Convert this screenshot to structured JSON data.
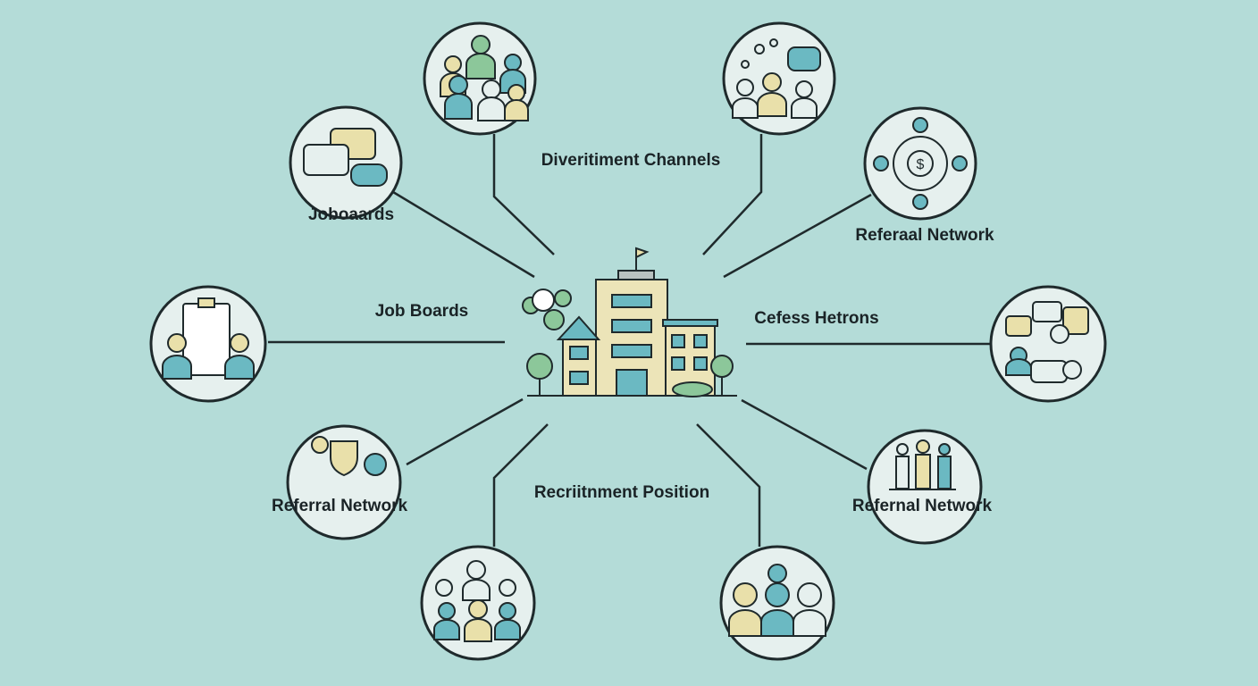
{
  "labels": {
    "top_center": "Diveritiment Channels",
    "joboards": "Joboaards",
    "referral_top_right": "Referaal Network",
    "job_boards": "Job Boards",
    "cefess": "Cefess Hetrons",
    "referral_lower_left": "Referral Network",
    "recruitment_position": "Recriitnment Position",
    "referral_lower_right": "Refernal Network"
  },
  "colors": {
    "background": "#b4dcd8",
    "circle_fill": "#e6f0ee",
    "stroke": "#1f2a2c",
    "teal": "#6bb9c2",
    "cream": "#e9e0aa",
    "green": "#8cc79a"
  }
}
